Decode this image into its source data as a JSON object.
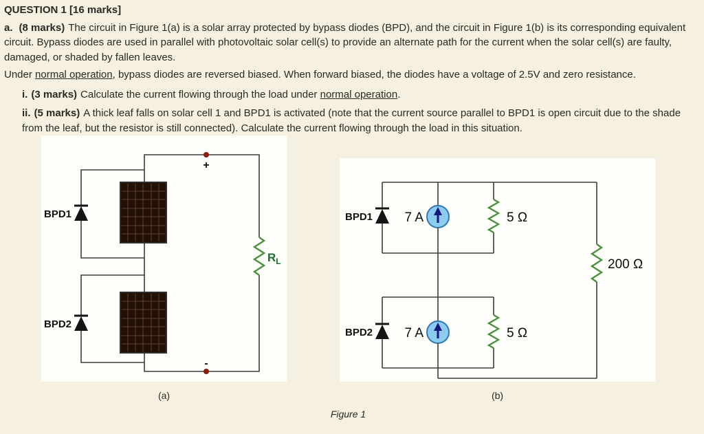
{
  "page": {
    "title": "QUESTION 1 [16 marks]"
  },
  "part_a": {
    "label": "a.",
    "marks": "(8 marks)",
    "text": "The circuit in Figure 1(a) is a solar array protected by bypass diodes (BPD), and the circuit in Figure 1(b) is its corresponding equivalent circuit. Bypass diodes are used in parallel with photovoltaic solar cell(s) to provide an alternate path for the current when the solar cell(s) are faulty, damaged, or shaded by fallen leaves."
  },
  "normal_note": {
    "pre": "Under ",
    "underline": "normal operation",
    "post": ", bypass diodes are reversed biased. When forward biased, the diodes have a voltage of 2.5V and zero resistance."
  },
  "item_i": {
    "label": "i.",
    "marks": "(3 marks)",
    "pre": "Calculate the current flowing through the load under ",
    "underline": "normal operation",
    "post": "."
  },
  "item_ii": {
    "label": "ii.",
    "marks": "(5 marks)",
    "text": "A thick leaf falls on solar cell 1 and BPD1 is activated (note that the current source parallel to BPD1 is open circuit due to the shade from the leaf, but the resistor is still connected). Calculate the current flowing through the load in this situation."
  },
  "figure": {
    "sublabel_a": "(a)",
    "sublabel_b": "(b)",
    "caption": "Figure 1"
  },
  "circuit_a": {
    "bpd1_label": "BPD1",
    "bpd2_label": "BPD2",
    "load_name": "R",
    "load_sub": "L",
    "plus": "+",
    "minus": "-"
  },
  "circuit_b": {
    "bpd1_label": "BPD1",
    "bpd2_label": "BPD2",
    "source1_value": "7 A",
    "source2_value": "7 A",
    "shunt1_value": "5 Ω",
    "shunt2_value": "5 Ω",
    "load_value": "200 Ω"
  },
  "colors": {
    "page_background": "#f5f0e0",
    "panel_background": "#fdfdfa",
    "wire": "#3c3c3c",
    "resistor_green": "#4a9140",
    "load_label_green": "#1f6b33",
    "source_fill": "#8ccdee",
    "source_border": "#3077b5",
    "source_arrow": "#17177e",
    "terminal_dot": "#8b1d0e",
    "diode_fill": "#141414",
    "solar_cell_dark": "#220f06",
    "solar_cell_grid": "#5f4030"
  }
}
